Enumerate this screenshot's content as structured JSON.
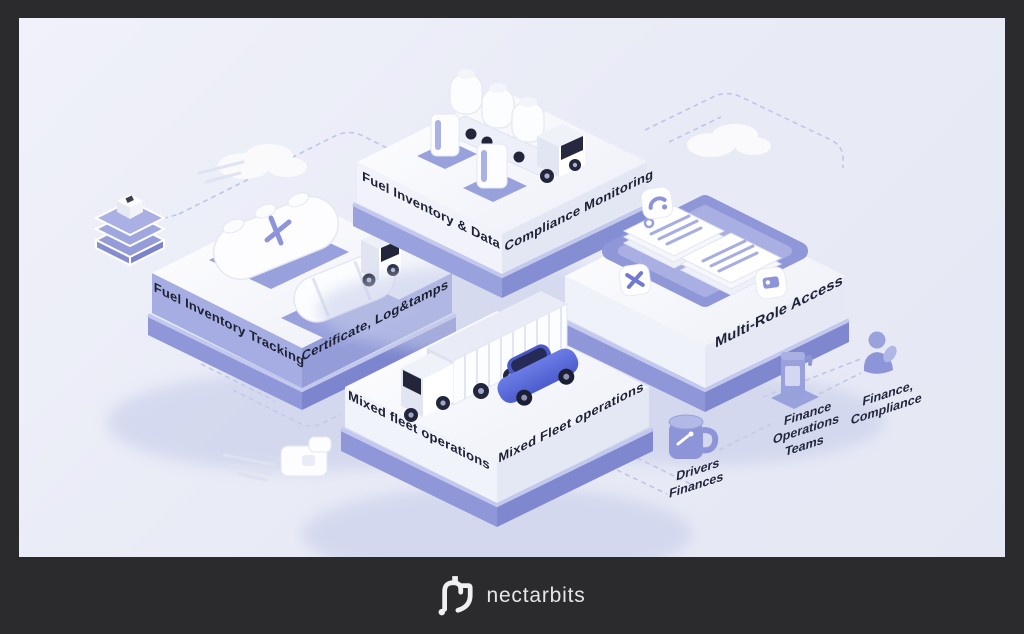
{
  "canvas": {
    "frame_color": "#2b2b2d",
    "background": "#e9ebf6"
  },
  "colors": {
    "periwinkle": "#8f97d8",
    "periwinkle_light": "#aab1e3",
    "periwinkle_pale": "#c9cdee",
    "surface_white": "#fafbfe",
    "text_dark": "#1d2134",
    "car_blue": "#5a6ede",
    "shadow": "#c7cdea"
  },
  "platforms": {
    "top": {
      "left_face": "Fuel Inventory & Data",
      "right_face": "Compliance Monitoring"
    },
    "left": {
      "left_face": "Fuel Inventory Tracking",
      "right_face": "Certificate, Log&tamps"
    },
    "bottom": {
      "left_face": "Mixed fleet operations",
      "right_face": "Mixed Fleet operations"
    },
    "right": {
      "face": "Multi-Role Access"
    }
  },
  "annotations": {
    "drivers": {
      "line1": "Drivers",
      "line2": "Finances"
    },
    "finance_ops": {
      "line1": "Finance",
      "line2": "Operations",
      "line3": "Teams"
    },
    "finance_compliance": {
      "line1": "Finance,",
      "line2": "Compliance"
    }
  },
  "footer": {
    "brand": "nectarbits"
  }
}
